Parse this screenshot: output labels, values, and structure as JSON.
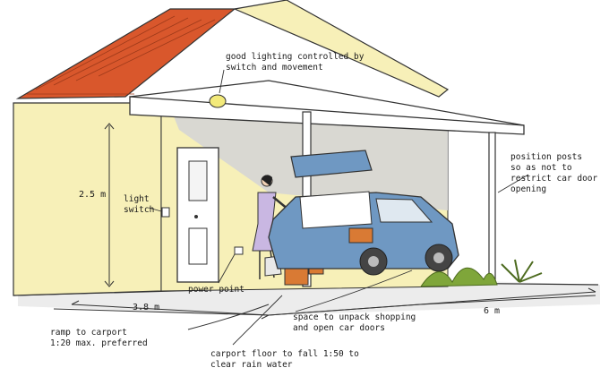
{
  "labels": {
    "lighting": "good lighting controlled by\nswitch and movement",
    "light_switch": "light\nswitch",
    "height": "2.5 m",
    "power_point": "power point",
    "width_carport": "3.8 m",
    "depth_carport": "6 m",
    "posts": "position posts\nso as not to\nrestrict car door\nopening",
    "ramp": "ramp to carport\n1:20 max. preferred",
    "floor_fall": "carport floor to fall 1:50 to\nclear rain water",
    "unpack_space": "space to unpack shopping\nand open car doors"
  },
  "colors": {
    "wall": "#f7f0b8",
    "roof": "#d9572c",
    "car": "#6f98c2",
    "shadow": "#d5d5d5",
    "floor": "#ececec",
    "dress": "#c9b7e2",
    "box": "#d97a34",
    "plant": "#7fa63a"
  }
}
